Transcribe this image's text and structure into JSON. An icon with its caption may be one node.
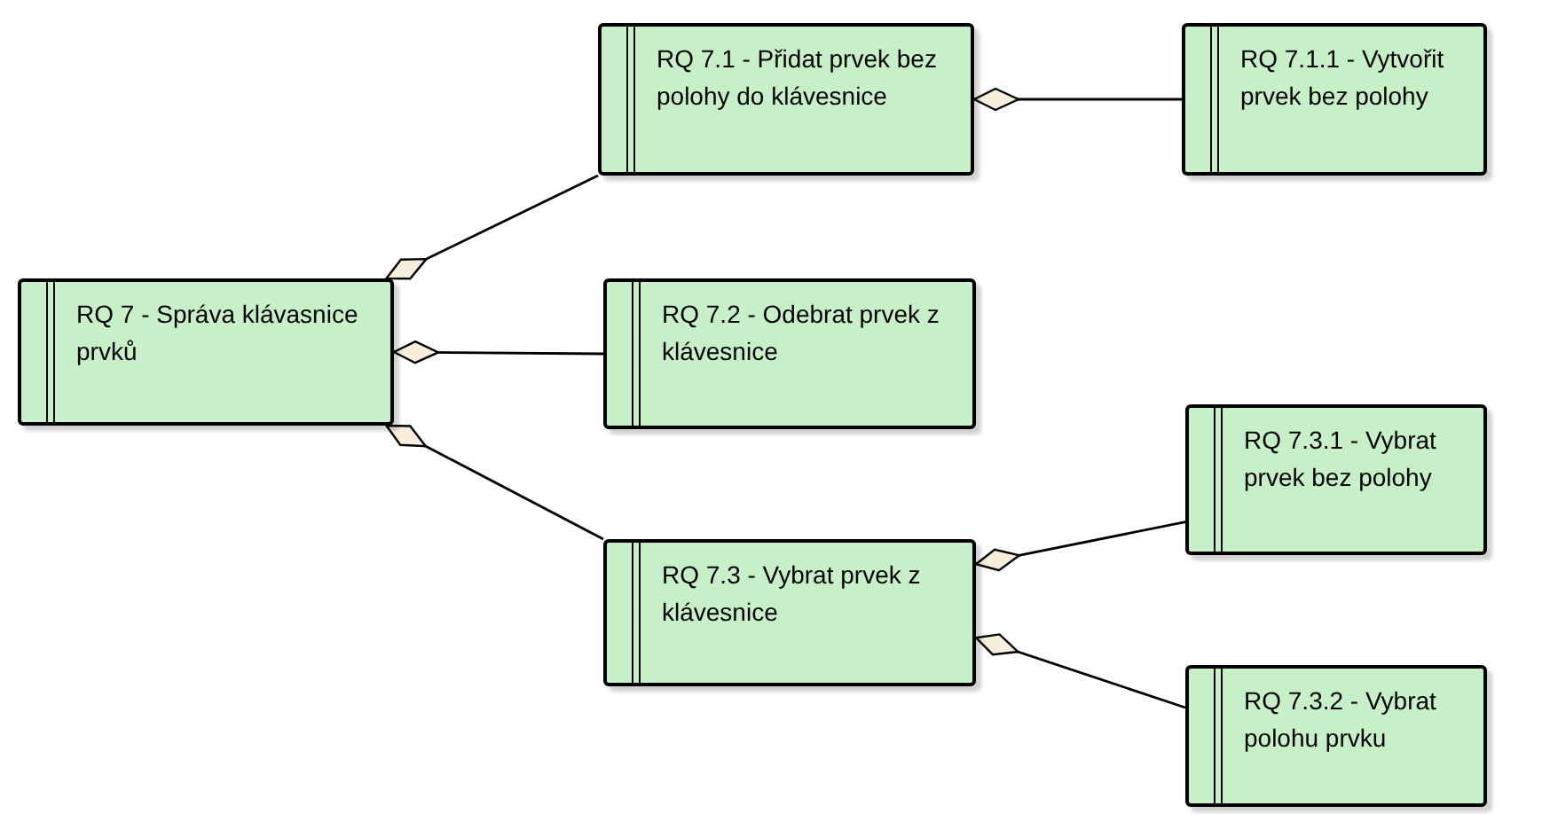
{
  "diagram": {
    "nodes": [
      {
        "text": [
          "RQ 7 - Správa klávasnice prvků"
        ]
      },
      {
        "text": [
          "RQ 7.1 - Přidat prvek bez polohy do klávesnice"
        ]
      },
      {
        "text": [
          "RQ 7.1.1 - Vytvořit prvek bez polohy"
        ]
      },
      {
        "text": [
          "RQ 7.2 - Odebrat prvek z klávesnice"
        ]
      },
      {
        "text": [
          "RQ 7.3 - Vybrat prvek z klávesnice"
        ]
      },
      {
        "text": [
          "RQ 7.3.1 - Vybrat prvek bez polohy"
        ]
      },
      {
        "text": [
          "RQ 7.3.2 - Vybrat polohu prvku"
        ]
      }
    ],
    "edges": [
      {
        "from": 0,
        "to": 1,
        "arrow": "other"
      },
      {
        "from": 0,
        "to": 3,
        "arrow": "other"
      },
      {
        "from": 0,
        "to": 4,
        "arrow": "other"
      },
      {
        "from": 1,
        "to": 2,
        "arrow": "other"
      },
      {
        "from": 4,
        "to": 5,
        "arrow": "other"
      },
      {
        "from": 4,
        "to": 6,
        "arrow": "other"
      }
    ]
  }
}
